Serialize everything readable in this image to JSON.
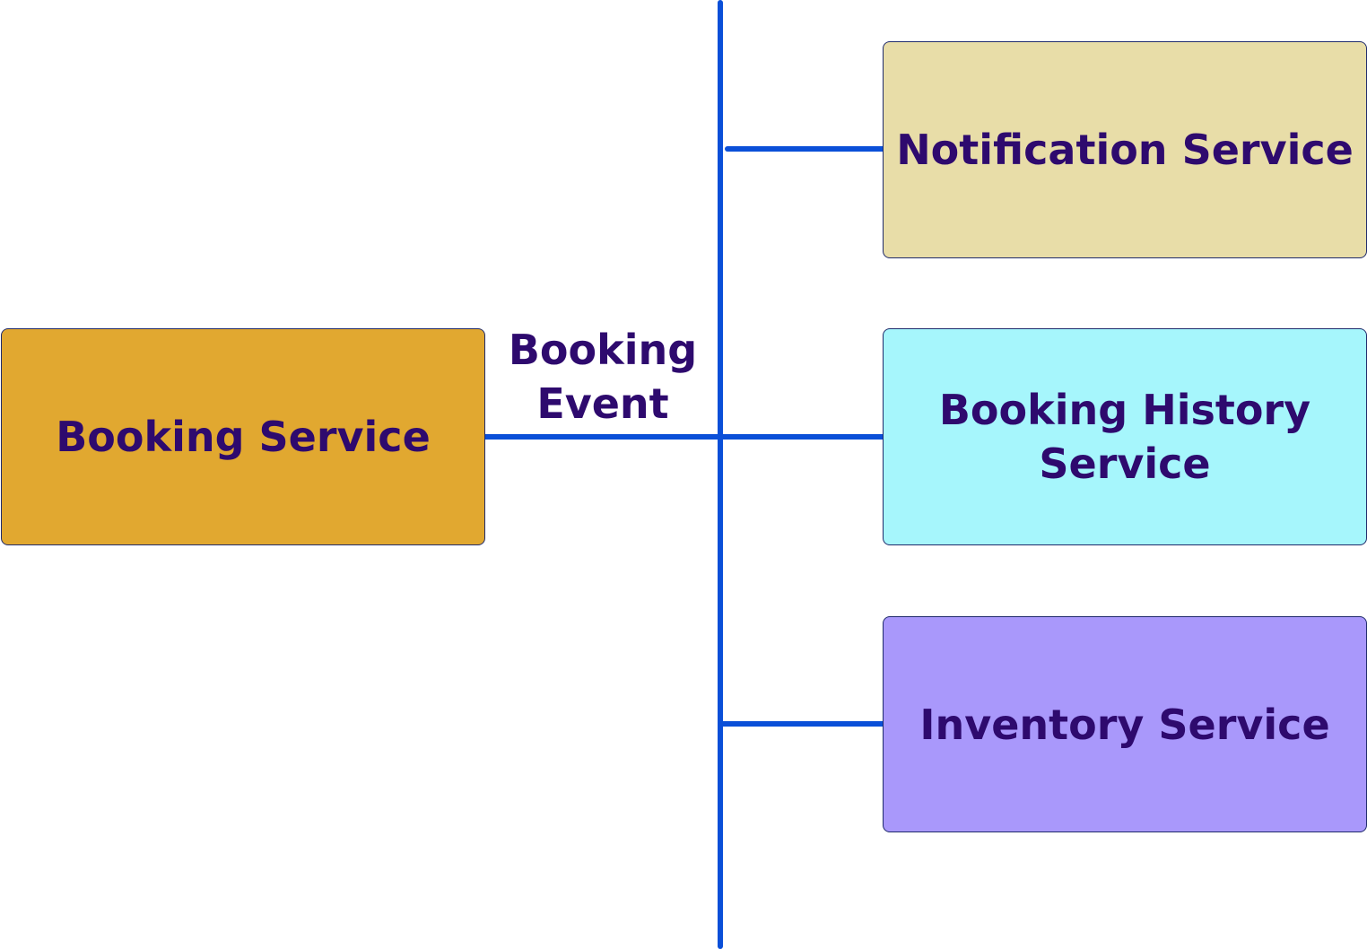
{
  "diagram": {
    "source": {
      "label": "Booking Service",
      "color": "#e1a830"
    },
    "event": {
      "label": "Booking\nEvent"
    },
    "subscribers": [
      {
        "label": "Notification Service",
        "color": "#e8dda8"
      },
      {
        "label": "Booking History\nService",
        "color": "#a6f6fc"
      },
      {
        "label": "Inventory Service",
        "color": "#a998fb"
      }
    ],
    "line_color": "#0a4fd8",
    "text_color": "#2e0a6e"
  }
}
